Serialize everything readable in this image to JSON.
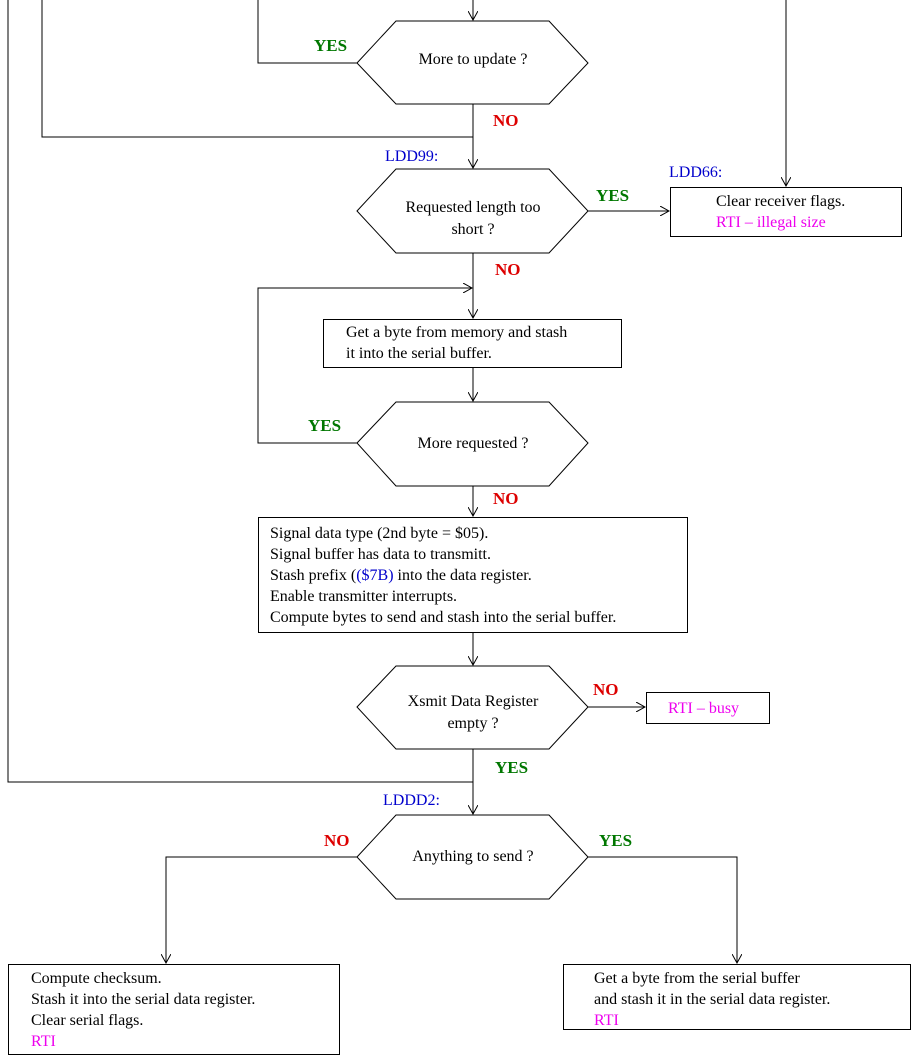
{
  "colors": {
    "yes": "#007700",
    "no": "#dd0000",
    "address": "#0000cc",
    "rti": "#ee00ee",
    "line": "#000000"
  },
  "decisions": {
    "more_to_update": "More to update ?",
    "requested_length": [
      "Requested length too",
      "short ?"
    ],
    "more_requested": "More requested ?",
    "xsmit_empty": [
      "Xsmit Data Register",
      "empty ?"
    ],
    "anything_to_send": "Anything to send ?"
  },
  "addresses": {
    "ldd99": "LDD99:",
    "ldd66": "LDD66:",
    "lddd2": "LDDD2:"
  },
  "labels": {
    "yes": "YES",
    "no": "NO"
  },
  "boxes": {
    "clear_receiver": {
      "line1": "Clear receiver flags.",
      "line2": "RTI – illegal size"
    },
    "get_byte_memory": {
      "line1": "Get a byte from memory and stash",
      "line2": "it into the serial buffer."
    },
    "signal_data": {
      "line1": "Signal data type (2nd byte = $05).",
      "line2": "Signal buffer has data to transmitt.",
      "line3_pre": "Stash prefix (",
      "line3_code": "($7B)",
      "line3_post": " into the data register.",
      "line4": "Enable transmitter interrupts.",
      "line5": "Compute bytes to send and stash into the serial buffer."
    },
    "rti_busy": "RTI – busy",
    "checksum": {
      "line1": "Compute checksum.",
      "line2": "Stash it into the serial data register.",
      "line3": "Clear serial flags.",
      "line4": "RTI"
    },
    "get_byte_serial": {
      "line1": "Get a byte from the serial buffer",
      "line2": "and stash it in the serial data register.",
      "line3": "RTI"
    }
  }
}
